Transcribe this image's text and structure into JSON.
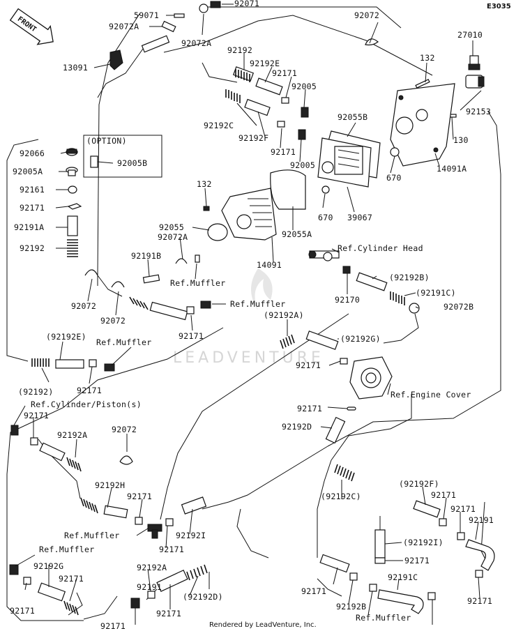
{
  "diagram_code": "E3035",
  "front_label": "FRONT",
  "option_label": "(OPTION)",
  "footer": "Rendered by LeadVenture, Inc.",
  "watermark": "LEADVENTURE",
  "callouts": [
    {
      "id": "c1",
      "text": "59071"
    },
    {
      "id": "c2",
      "text": "92071"
    },
    {
      "id": "c3",
      "text": "92072A"
    },
    {
      "id": "c4",
      "text": "92072A"
    },
    {
      "id": "c5",
      "text": "92072"
    },
    {
      "id": "c6",
      "text": "27010"
    },
    {
      "id": "c7",
      "text": "13091"
    },
    {
      "id": "c8",
      "text": "92192"
    },
    {
      "id": "c9",
      "text": "92192E"
    },
    {
      "id": "c10",
      "text": "132"
    },
    {
      "id": "c11",
      "text": "92171"
    },
    {
      "id": "c12",
      "text": "92005"
    },
    {
      "id": "c13",
      "text": "92153"
    },
    {
      "id": "c14",
      "text": "92192C"
    },
    {
      "id": "c15",
      "text": "92055B"
    },
    {
      "id": "c16",
      "text": "130"
    },
    {
      "id": "c17",
      "text": "92192F"
    },
    {
      "id": "c18",
      "text": "92171"
    },
    {
      "id": "c19",
      "text": "92005"
    },
    {
      "id": "c20",
      "text": "14091A"
    },
    {
      "id": "c21",
      "text": "92066"
    },
    {
      "id": "c22",
      "text": "92005B"
    },
    {
      "id": "c23",
      "text": "92005A"
    },
    {
      "id": "c24",
      "text": "670"
    },
    {
      "id": "c25",
      "text": "132"
    },
    {
      "id": "c26",
      "text": "92161"
    },
    {
      "id": "c27",
      "text": "670"
    },
    {
      "id": "c28",
      "text": "39067"
    },
    {
      "id": "c29",
      "text": "92171"
    },
    {
      "id": "c30",
      "text": "92055"
    },
    {
      "id": "c31",
      "text": "92055A"
    },
    {
      "id": "c32",
      "text": "92191A"
    },
    {
      "id": "c33",
      "text": "92072A"
    },
    {
      "id": "c34",
      "text": "92192"
    },
    {
      "id": "c35",
      "text": "Ref.Cylinder Head"
    },
    {
      "id": "c36",
      "text": "14091"
    },
    {
      "id": "c37",
      "text": "92191B"
    },
    {
      "id": "c38",
      "text": "(92192B)"
    },
    {
      "id": "c39",
      "text": "Ref.Muffler"
    },
    {
      "id": "c40",
      "text": "(92191C)"
    },
    {
      "id": "c41",
      "text": "92170"
    },
    {
      "id": "c42",
      "text": "92072"
    },
    {
      "id": "c43",
      "text": "Ref.Muffler"
    },
    {
      "id": "c44",
      "text": "92072B"
    },
    {
      "id": "c45",
      "text": "92072"
    },
    {
      "id": "c46",
      "text": "(92192A)"
    },
    {
      "id": "c47",
      "text": "92171"
    },
    {
      "id": "c48",
      "text": "(92192E)"
    },
    {
      "id": "c49",
      "text": "Ref.Muffler"
    },
    {
      "id": "c50",
      "text": "(92192G)"
    },
    {
      "id": "c51",
      "text": "92171"
    },
    {
      "id": "c52",
      "text": "92171"
    },
    {
      "id": "c53",
      "text": "(92192)"
    },
    {
      "id": "c54",
      "text": "Ref.Engine Cover"
    },
    {
      "id": "c55",
      "text": "Ref.Cylinder/Piston(s)"
    },
    {
      "id": "c56",
      "text": "92171"
    },
    {
      "id": "c57",
      "text": "92171"
    },
    {
      "id": "c58",
      "text": "92192D"
    },
    {
      "id": "c59",
      "text": "92072"
    },
    {
      "id": "c60",
      "text": "92192A"
    },
    {
      "id": "c61",
      "text": "92192H"
    },
    {
      "id": "c62",
      "text": "(92192F)"
    },
    {
      "id": "c63",
      "text": "92171"
    },
    {
      "id": "c64",
      "text": "92171"
    },
    {
      "id": "c65",
      "text": "(92192C)"
    },
    {
      "id": "c66",
      "text": "92171"
    },
    {
      "id": "c67",
      "text": "92191"
    },
    {
      "id": "c68",
      "text": "Ref.Muffler"
    },
    {
      "id": "c69",
      "text": "92192I"
    },
    {
      "id": "c70",
      "text": "(92192I)"
    },
    {
      "id": "c71",
      "text": "92171"
    },
    {
      "id": "c72",
      "text": "Ref.Muffler"
    },
    {
      "id": "c73",
      "text": "92171"
    },
    {
      "id": "c74",
      "text": "92192G"
    },
    {
      "id": "c75",
      "text": "92192A"
    },
    {
      "id": "c76",
      "text": "92171"
    },
    {
      "id": "c77",
      "text": "92191"
    },
    {
      "id": "c78",
      "text": "92191C"
    },
    {
      "id": "c79",
      "text": "(92192D)"
    },
    {
      "id": "c80",
      "text": "92171"
    },
    {
      "id": "c81",
      "text": "92171"
    },
    {
      "id": "c82",
      "text": "92192B"
    },
    {
      "id": "c83",
      "text": "92171"
    },
    {
      "id": "c84",
      "text": "Ref.Muffler"
    },
    {
      "id": "c85",
      "text": "92171"
    },
    {
      "id": "c86",
      "text": "92171"
    }
  ]
}
